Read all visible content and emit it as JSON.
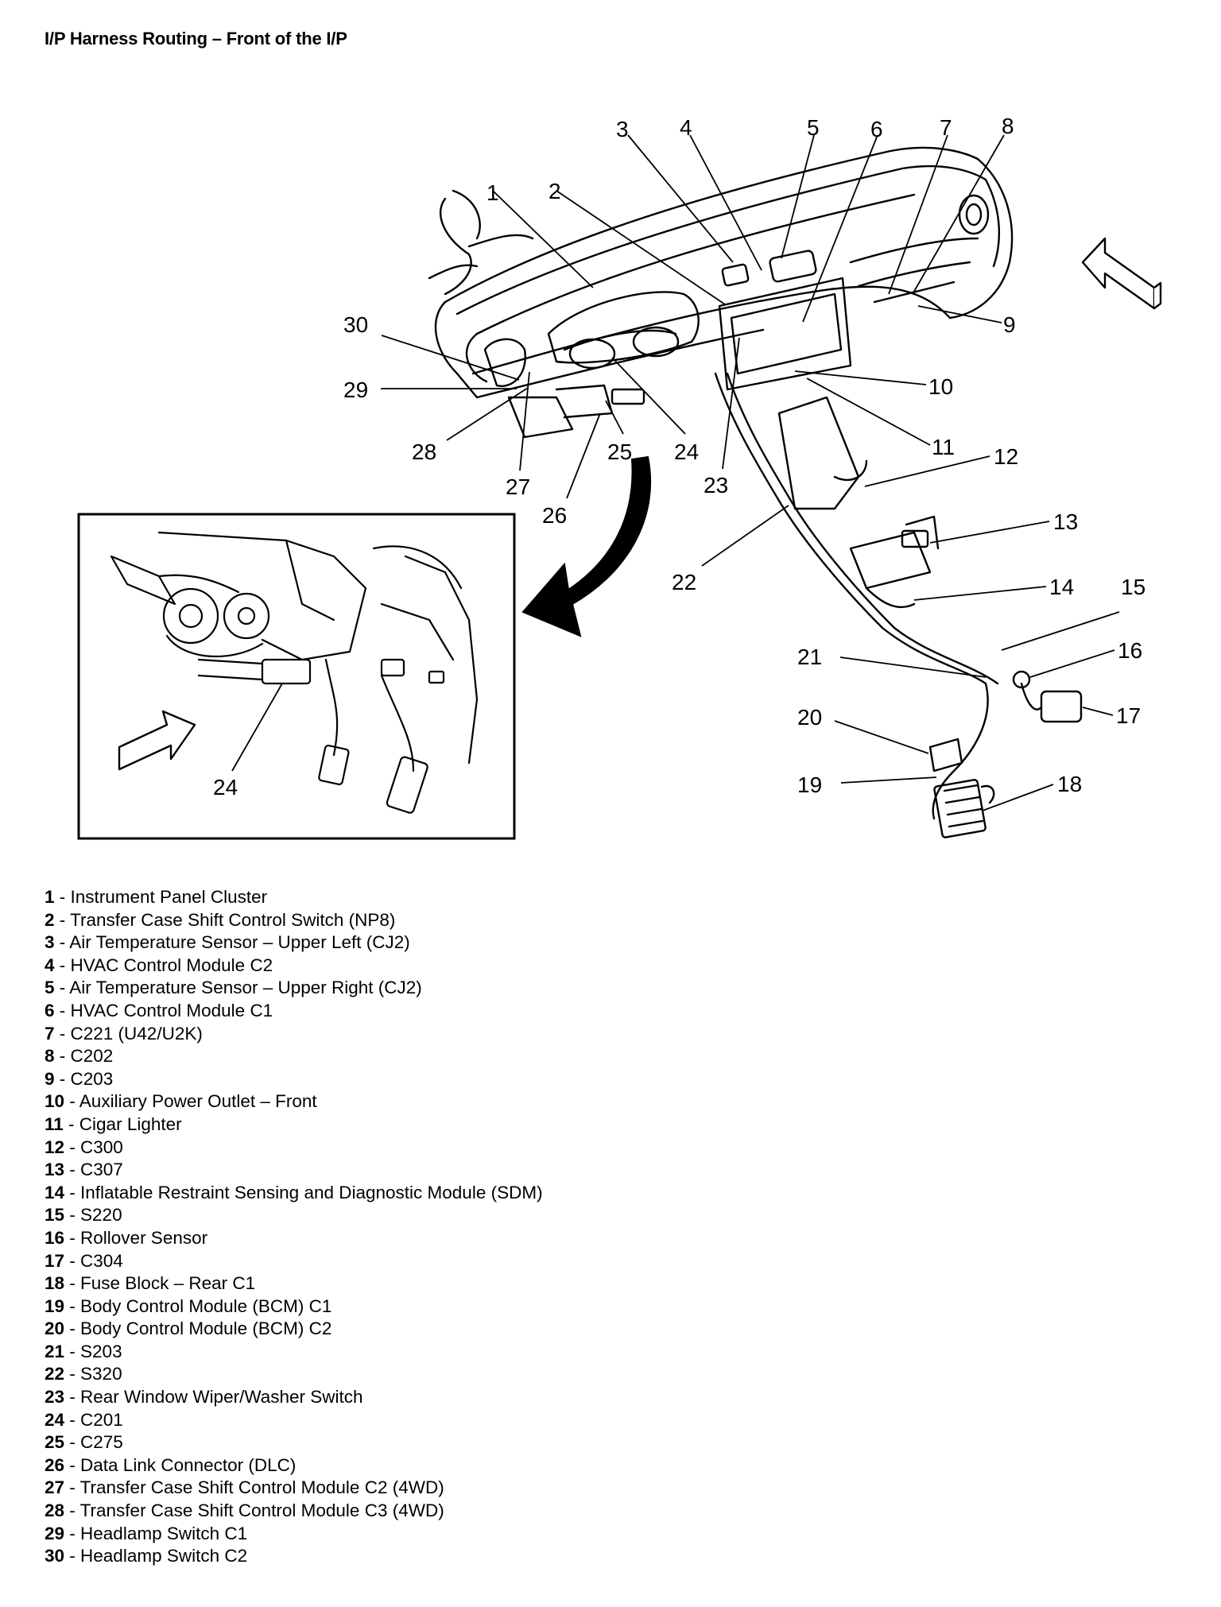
{
  "title": "I/P Harness Routing – Front of the I/P",
  "callouts": {
    "c1": "1",
    "c2": "2",
    "c3": "3",
    "c4": "4",
    "c5": "5",
    "c6": "6",
    "c7": "7",
    "c8": "8",
    "c9": "9",
    "c10": "10",
    "c11": "11",
    "c12": "12",
    "c13": "13",
    "c14": "14",
    "c15": "15",
    "c16": "16",
    "c17": "17",
    "c18": "18",
    "c19": "19",
    "c20": "20",
    "c21": "21",
    "c22": "22",
    "c23": "23",
    "c24": "24",
    "c24b": "24",
    "c25": "25",
    "c26": "26",
    "c27": "27",
    "c28": "28",
    "c29": "29",
    "c30": "30"
  },
  "legend": [
    {
      "num": "1",
      "sep": " - ",
      "text": "Instrument Panel Cluster"
    },
    {
      "num": "2",
      "sep": " - ",
      "text": "Transfer Case Shift Control Switch (NP8)"
    },
    {
      "num": "3",
      "sep": " - ",
      "text": "Air Temperature Sensor – Upper Left (CJ2)"
    },
    {
      "num": "4",
      "sep": " - ",
      "text": "HVAC Control Module C2"
    },
    {
      "num": "5",
      "sep": " - ",
      "text": "Air Temperature Sensor – Upper Right (CJ2)"
    },
    {
      "num": "6",
      "sep": " - ",
      "text": "HVAC Control Module C1"
    },
    {
      "num": "7",
      "sep": " - ",
      "text": "C221 (U42/U2K)"
    },
    {
      "num": "8",
      "sep": " - ",
      "text": "C202"
    },
    {
      "num": "9",
      "sep": " - ",
      "text": "C203"
    },
    {
      "num": "10",
      "sep": " - ",
      "text": "Auxiliary Power Outlet – Front"
    },
    {
      "num": "11",
      "sep": " - ",
      "text": "Cigar Lighter"
    },
    {
      "num": "12",
      "sep": " - ",
      "text": "C300"
    },
    {
      "num": "13",
      "sep": " - ",
      "text": "C307"
    },
    {
      "num": "14",
      "sep": " - ",
      "text": "Inflatable Restraint Sensing and Diagnostic Module (SDM)"
    },
    {
      "num": "15",
      "sep": " - ",
      "text": "S220"
    },
    {
      "num": "16",
      "sep": " - ",
      "text": "Rollover Sensor"
    },
    {
      "num": "17",
      "sep": " - ",
      "text": "C304"
    },
    {
      "num": "18",
      "sep": " - ",
      "text": "Fuse Block – Rear C1"
    },
    {
      "num": "19",
      "sep": " - ",
      "text": "Body Control Module (BCM) C1"
    },
    {
      "num": "20",
      "sep": " - ",
      "text": "Body Control Module (BCM) C2"
    },
    {
      "num": "21",
      "sep": " - ",
      "text": "S203"
    },
    {
      "num": "22",
      "sep": " - ",
      "text": "S320"
    },
    {
      "num": "23",
      "sep": " - ",
      "text": "Rear Window Wiper/Washer Switch"
    },
    {
      "num": "24",
      "sep": " - ",
      "text": "C201"
    },
    {
      "num": "25",
      "sep": " - ",
      "text": "C275"
    },
    {
      "num": "26",
      "sep": " - ",
      "text": "Data Link Connector (DLC)"
    },
    {
      "num": "27",
      "sep": " - ",
      "text": "Transfer Case Shift Control Module C2 (4WD)"
    },
    {
      "num": "28",
      "sep": " - ",
      "text": "Transfer Case Shift Control Module C3 (4WD)"
    },
    {
      "num": "29",
      "sep": " - ",
      "text": "Headlamp Switch C1"
    },
    {
      "num": "30",
      "sep": " - ",
      "text": "Headlamp Switch C2"
    }
  ]
}
